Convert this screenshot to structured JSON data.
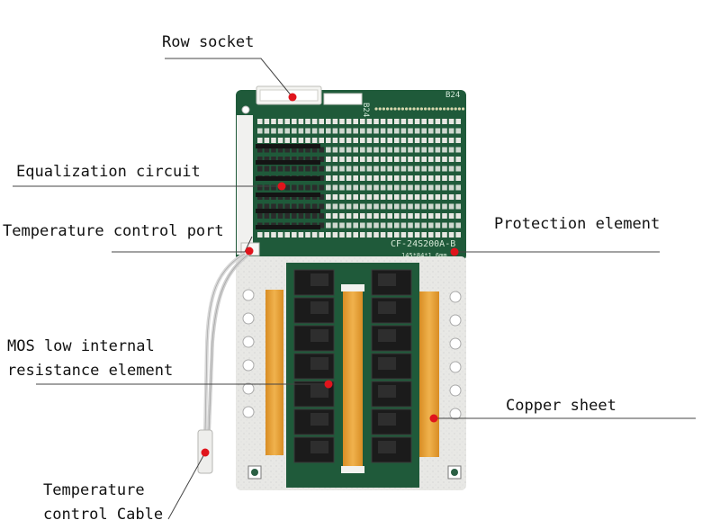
{
  "labels": {
    "row_socket": "Row socket",
    "equalization": "Equalization circuit",
    "temp_port": "Temperature control port",
    "protection": "Protection element",
    "mos_line1": "MOS low internal",
    "mos_line2": "resistance element",
    "copper": "Copper sheet",
    "temp_cable_line1": "Temperature",
    "temp_cable_line2": "control Cable"
  },
  "board": {
    "silkscreen_id": "CF-24S200A-B",
    "silkscreen_size": "145*84*1.6mm",
    "corner_mark_left": "B24",
    "corner_mark_right": "B24"
  },
  "colors": {
    "pcb_green": "#1f5a3a",
    "nickel": "#e6e6e3",
    "copper": "#e7a23a",
    "mosfet": "#1b1b1b",
    "marker": "#e0141c",
    "leader": "#444444"
  }
}
